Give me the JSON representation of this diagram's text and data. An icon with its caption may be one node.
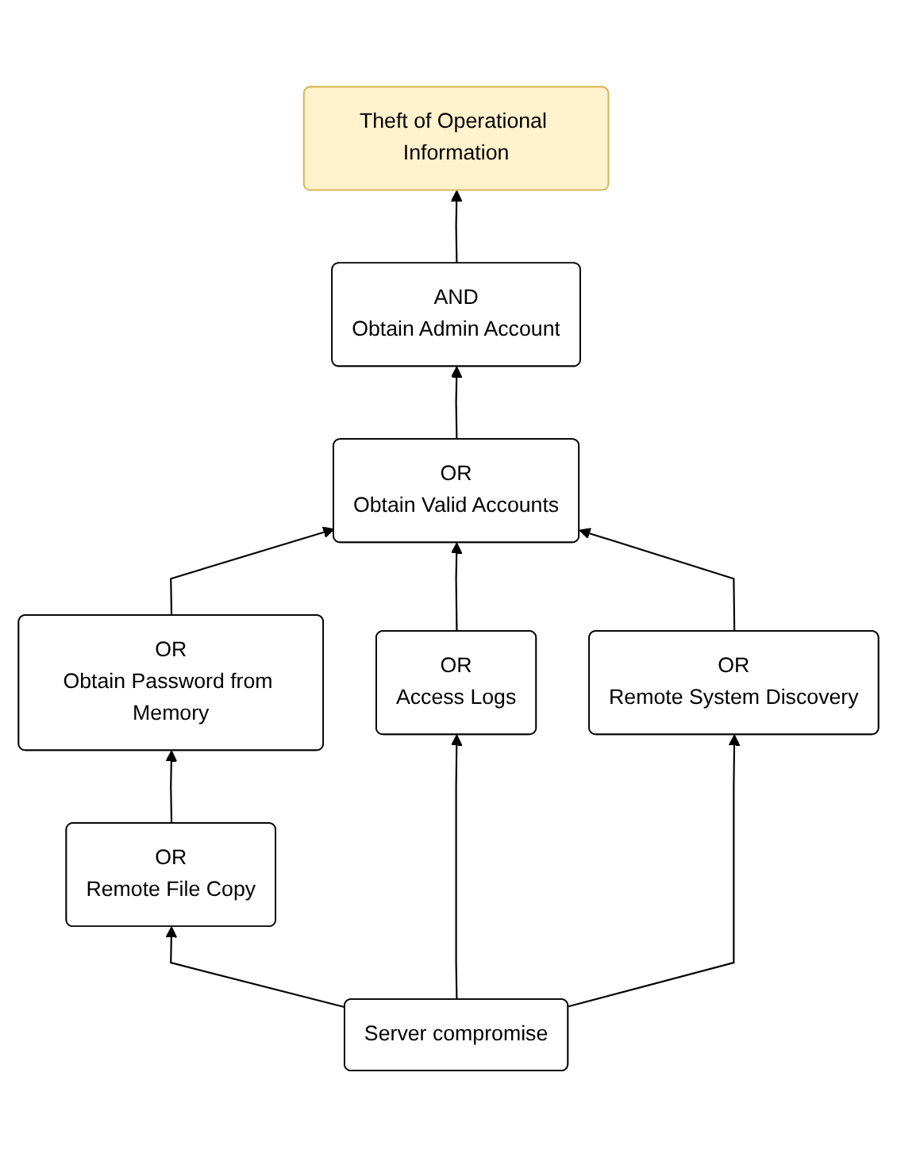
{
  "diagram": {
    "nodes": [
      {
        "text": [
          "Theft of Operational Information"
        ]
      },
      {
        "text": [
          "AND",
          "Obtain Admin Account"
        ]
      },
      {
        "text": [
          "OR",
          "Obtain Valid Accounts"
        ]
      },
      {
        "text": [
          "OR",
          "Obtain Password from Memory"
        ]
      },
      {
        "text": [
          "OR",
          "Access Logs"
        ]
      },
      {
        "text": [
          "OR",
          "Remote System Discovery"
        ]
      },
      {
        "text": [
          "OR",
          "Remote File Copy"
        ]
      },
      {
        "text": [
          "Server compromise"
        ]
      }
    ],
    "edges": [
      {
        "from": 1,
        "to": 0,
        "arrow": "to"
      },
      {
        "from": 2,
        "to": 1,
        "arrow": "to"
      },
      {
        "from": 3,
        "to": 2,
        "arrow": "to"
      },
      {
        "from": 4,
        "to": 2,
        "arrow": "to"
      },
      {
        "from": 5,
        "to": 2,
        "arrow": "to"
      },
      {
        "from": 6,
        "to": 3,
        "arrow": "to"
      },
      {
        "from": 7,
        "to": 4,
        "arrow": "to"
      },
      {
        "from": 7,
        "to": 5,
        "arrow": "to"
      },
      {
        "from": 7,
        "to": 6,
        "arrow": "to"
      }
    ]
  }
}
